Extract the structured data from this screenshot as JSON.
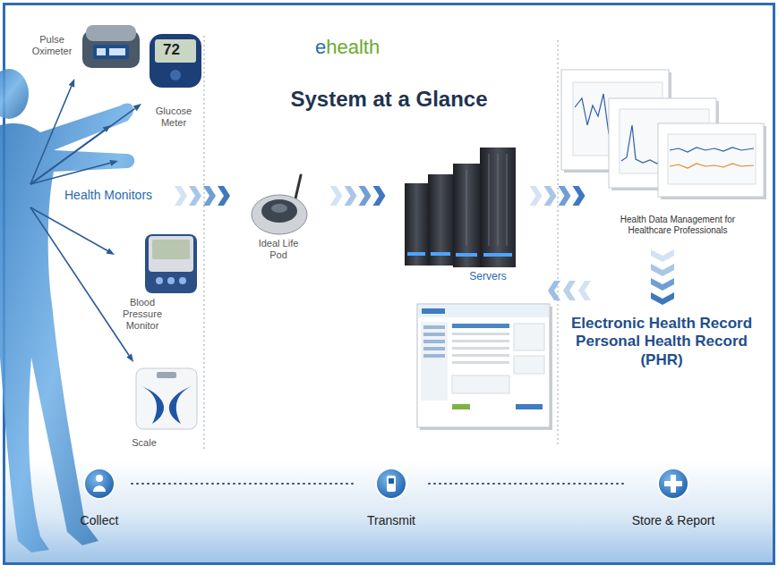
{
  "diagram": {
    "title": "System at a Glance",
    "nodes": [
      {
        "text": [
          "Health Monitors"
        ]
      },
      {
        "text": [
          "Pulse Oximeter"
        ]
      },
      {
        "text": [
          "Glucose Meter"
        ]
      },
      {
        "text": [
          "Blood Pressure Monitor"
        ]
      },
      {
        "text": [
          "Scale"
        ]
      },
      {
        "text": [
          "Ideal Life Pod"
        ]
      },
      {
        "text": [
          "Servers"
        ]
      },
      {
        "text": [
          "Health Data Management for Healthcare Professionals"
        ]
      },
      {
        "text": [
          "Electronic Health Record Personal Health Record (PHR)"
        ]
      },
      {
        "text": [
          "Collect"
        ]
      },
      {
        "text": [
          "Transmit"
        ]
      },
      {
        "text": [
          "Store & Report"
        ]
      }
    ],
    "edges": [
      {
        "from": 0,
        "to": 1,
        "arrow": "to"
      },
      {
        "from": 0,
        "to": 2,
        "arrow": "to"
      },
      {
        "from": 0,
        "to": 3,
        "arrow": "to"
      },
      {
        "from": 0,
        "to": 4,
        "arrow": "to"
      },
      {
        "from": 0,
        "to": 5,
        "arrow": "to"
      },
      {
        "from": 5,
        "to": 6,
        "arrow": "to"
      },
      {
        "from": 6,
        "to": 7,
        "arrow": "to"
      },
      {
        "from": 7,
        "to": 8,
        "arrow": "to"
      },
      {
        "from": 9,
        "to": 10,
        "arrow": "none"
      },
      {
        "from": 10,
        "to": 11,
        "arrow": "none"
      }
    ],
    "labels": [
      "ehealth",
      "72"
    ]
  }
}
